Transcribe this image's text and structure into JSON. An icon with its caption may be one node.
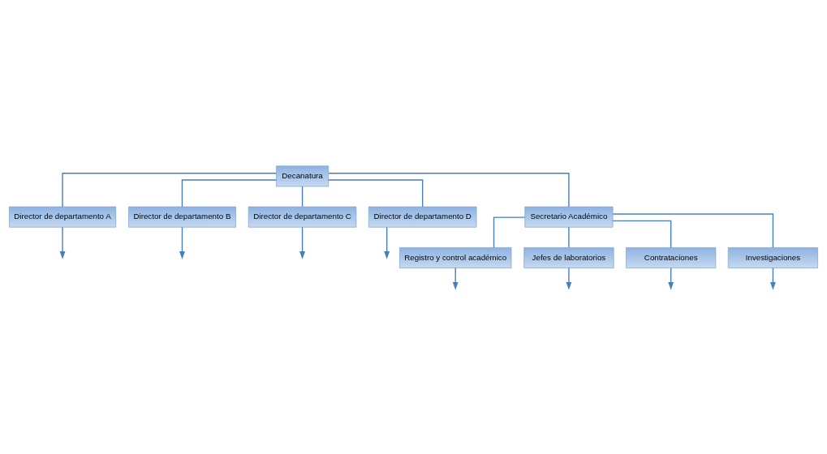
{
  "diagram": {
    "nodes": [
      {
        "text": [
          "Decanatura"
        ]
      },
      {
        "text": [
          "Director de departamento A"
        ]
      },
      {
        "text": [
          "Director de departamento B"
        ]
      },
      {
        "text": [
          "Director de departamento C"
        ]
      },
      {
        "text": [
          "Director de departamento D"
        ]
      },
      {
        "text": [
          "Secretario Académico"
        ]
      },
      {
        "text": [
          "Registro y control académico"
        ]
      },
      {
        "text": [
          "Jefes de laboratorios"
        ]
      },
      {
        "text": [
          "Contrataciones"
        ]
      },
      {
        "text": [
          "Investigaciones"
        ]
      }
    ],
    "edges": [
      {
        "from": 0,
        "to": 5,
        "arrow": "none"
      },
      {
        "from": 0,
        "to": 1,
        "arrow": "none"
      },
      {
        "from": 0,
        "to": 2,
        "arrow": "none"
      },
      {
        "from": 0,
        "to": 3,
        "arrow": "none"
      },
      {
        "from": 0,
        "to": 4,
        "arrow": "none"
      },
      {
        "from": 5,
        "to": 6,
        "arrow": "none"
      },
      {
        "from": 5,
        "to": 7,
        "arrow": "none"
      },
      {
        "from": 5,
        "to": 8,
        "arrow": "none"
      },
      {
        "from": 5,
        "to": 9,
        "arrow": "none"
      },
      {
        "from": 1,
        "to": null,
        "arrow": "to"
      },
      {
        "from": 2,
        "to": null,
        "arrow": "to"
      },
      {
        "from": 3,
        "to": null,
        "arrow": "to"
      },
      {
        "from": 4,
        "to": null,
        "arrow": "to"
      },
      {
        "from": 6,
        "to": null,
        "arrow": "to"
      },
      {
        "from": 7,
        "to": null,
        "arrow": "to"
      },
      {
        "from": 8,
        "to": null,
        "arrow": "to"
      },
      {
        "from": 9,
        "to": null,
        "arrow": "to"
      }
    ]
  }
}
